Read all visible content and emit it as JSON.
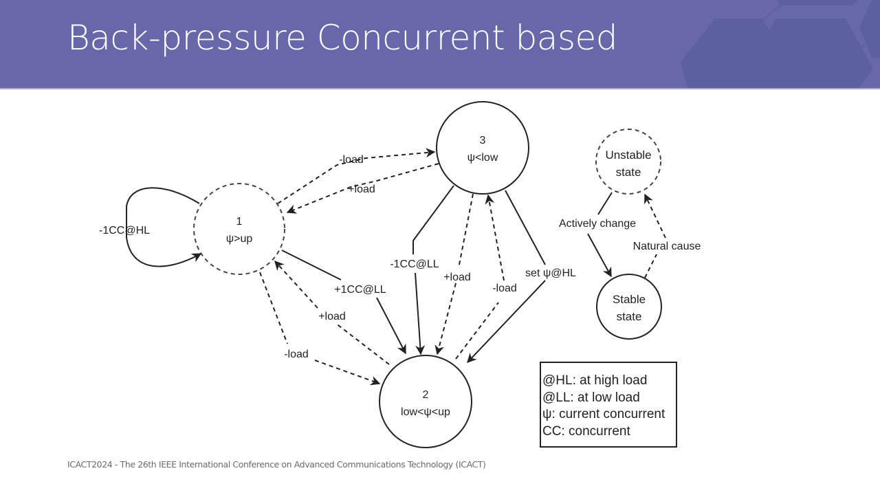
{
  "slide": {
    "title": "Back-pressure Concurrent based",
    "footer": "ICACT2024 - The 26th IEEE International Conference on Advanced Communications Technology (ICACT)",
    "colors": {
      "header": "#6767aa",
      "header_pattern": "#5b5f9e",
      "stroke": "#222222"
    }
  },
  "diagram": {
    "states": [
      {
        "id": "1",
        "number": "1",
        "condition": "ψ>up",
        "style": "dashed"
      },
      {
        "id": "2",
        "number": "2",
        "condition": "low<ψ<up",
        "style": "solid"
      },
      {
        "id": "3",
        "number": "3",
        "condition": "ψ<low",
        "style": "solid"
      }
    ],
    "transitions": [
      {
        "from": "1",
        "to": "1",
        "label": "-1CC@HL",
        "style": "solid"
      },
      {
        "from": "1",
        "to": "3",
        "label": "-load",
        "style": "dashed"
      },
      {
        "from": "3",
        "to": "1",
        "label": "+load",
        "style": "dashed"
      },
      {
        "from": "1",
        "to": "2",
        "label": "+1CC@LL",
        "style": "solid"
      },
      {
        "from": "2",
        "to": "1",
        "label": "+load",
        "style": "dashed"
      },
      {
        "from": "1",
        "to": "2",
        "label": "-load",
        "style": "dashed"
      },
      {
        "from": "3",
        "to": "2",
        "label": "-1CC@LL",
        "style": "solid"
      },
      {
        "from": "3",
        "to": "2",
        "label": "+load",
        "style": "dashed"
      },
      {
        "from": "2",
        "to": "3",
        "label": "-load",
        "style": "dashed"
      },
      {
        "from": "3",
        "to": "2",
        "label": "set ψ@HL",
        "style": "solid"
      }
    ],
    "key": {
      "unstable": "Unstable",
      "unstable2": "state",
      "stable": "Stable",
      "stable2": "state",
      "active_label": "Actively change",
      "natural_label": "Natural cause"
    },
    "legend": [
      "@HL: at high load",
      "@LL: at low load",
      "ψ: current concurrent",
      "CC: concurrent"
    ]
  }
}
